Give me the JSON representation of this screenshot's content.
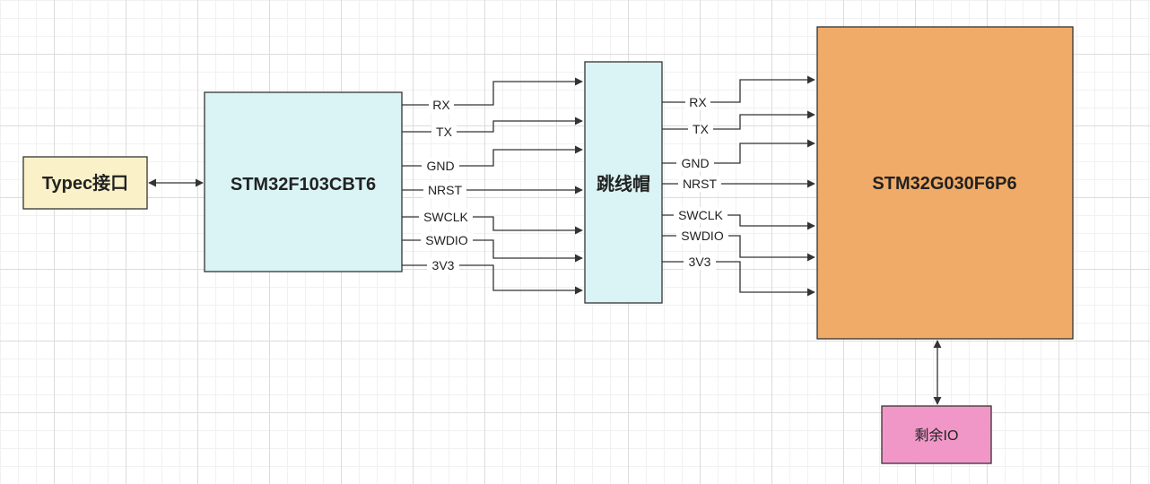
{
  "nodes": {
    "typec": {
      "label": "Typec接口",
      "fill": "#fbf1c8"
    },
    "mcu_main": {
      "label": "STM32F103CBT6",
      "fill": "#daf3f4"
    },
    "jumper": {
      "label": "跳线帽",
      "fill": "#daf3f4"
    },
    "mcu_target": {
      "label": "STM32G030F6P6",
      "fill": "#f0ab68"
    },
    "io": {
      "label": "剩余IO",
      "fill": "#f197c8"
    }
  },
  "left_signals": [
    "RX",
    "TX",
    "GND",
    "NRST",
    "SWCLK",
    "SWDIO",
    "3V3"
  ],
  "right_signals": [
    "RX",
    "TX",
    "GND",
    "NRST",
    "SWCLK",
    "SWDIO",
    "3V3"
  ]
}
